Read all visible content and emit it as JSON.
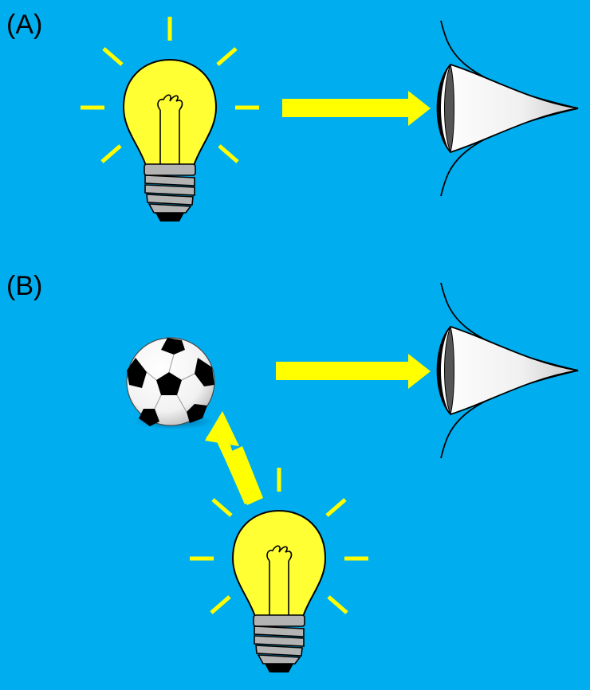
{
  "panels": [
    {
      "label": "(A)",
      "items": [
        "light-bulb",
        "light-ray-arrow",
        "eye"
      ]
    },
    {
      "label": "(B)",
      "items": [
        "soccer-ball",
        "light-bulb",
        "light-ray-arrow",
        "reflected-ray-arrow",
        "eye"
      ]
    }
  ],
  "colors": {
    "background": "#00aeef",
    "light_ray": "#ffff00",
    "bulb_glass": "#ffff33",
    "bulb_base": "#b3b3b3",
    "outline": "#000000",
    "eye_white": "#ffffff",
    "pupil": "#555555"
  }
}
